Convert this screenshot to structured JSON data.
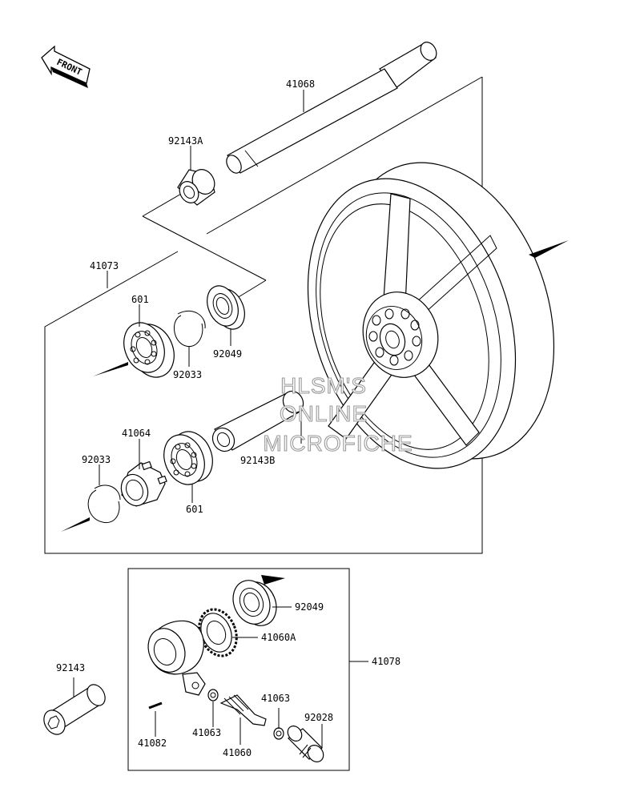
{
  "orientation": {
    "front_label": "FRONT",
    "icon": "front-arrow-icon"
  },
  "watermark": {
    "line1": "HLSM'S",
    "line2": "ONLINE",
    "line3": "MICROFICHE"
  },
  "parts": {
    "axle": "41068",
    "axle_collar": "92143A",
    "wheel_assy": "41073",
    "bearing_left": "601",
    "circlip_left": "92033",
    "oil_seal_left": "92049",
    "distance_collar": "92143B",
    "bearing_right": "601",
    "gear_housing_cover": "41064",
    "circlip_right": "92033",
    "oil_seal_meter": "92049",
    "meter_gear": "41060A",
    "meter_gear_box": "41078",
    "collar": "92143",
    "pin": "41082",
    "washer_left": "41063",
    "washer_right": "41063",
    "pinion": "41060",
    "bushing": "92028"
  }
}
